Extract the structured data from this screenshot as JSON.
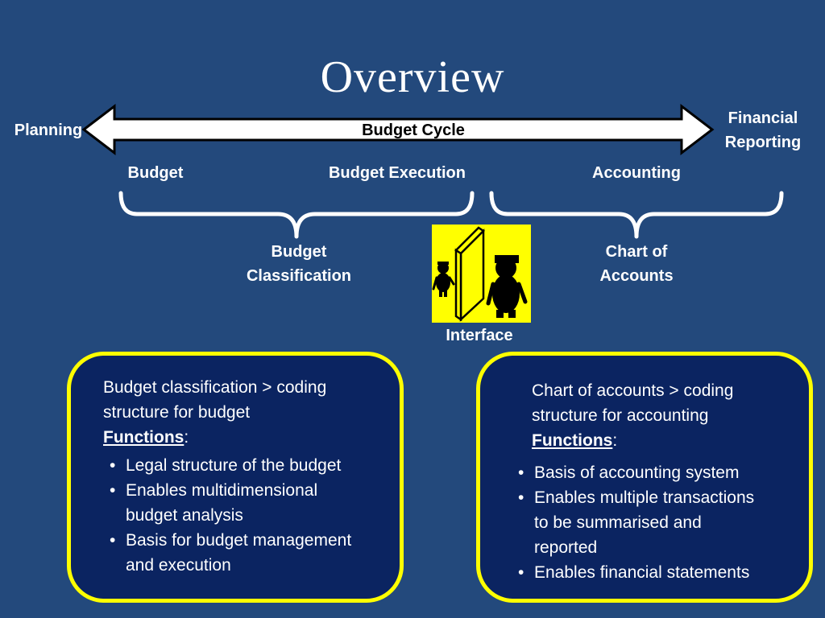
{
  "title": "Overview",
  "arrow": {
    "left_label": "Planning",
    "center_label": "Budget Cycle",
    "right_label_line1": "Financial",
    "right_label_line2": "Reporting"
  },
  "stages": {
    "budget": "Budget",
    "budget_execution": "Budget Execution",
    "accounting": "Accounting"
  },
  "brackets": {
    "left_label_line1": "Budget",
    "left_label_line2": "Classification",
    "right_label_line1": "Chart of",
    "right_label_line2": "Accounts"
  },
  "interface": {
    "label": "Interface",
    "icon": "two-figures-wall-icon"
  },
  "box_left": {
    "line1": "Budget classification  > coding",
    "line2": "structure for budget",
    "functions_label": "Functions",
    "colon": ":",
    "bullets": [
      {
        "l1": "Legal structure of the budget",
        "l2": ""
      },
      {
        "l1": "Enables multidimensional",
        "l2": "budget analysis"
      },
      {
        "l1": "Basis for budget management",
        "l2": "and execution"
      }
    ]
  },
  "box_right": {
    "line1": "Chart of accounts > coding",
    "line2": "structure for accounting",
    "functions_label": "Functions",
    "colon": ":",
    "bullets": [
      {
        "l1": "Basis of accounting system",
        "l2": ""
      },
      {
        "l1": "Enables multiple transactions",
        "l2": "to be summarised and",
        "l3": "reported"
      },
      {
        "l1": "Enables financial statements",
        "l2": ""
      }
    ]
  },
  "bullet_char": "•",
  "colors": {
    "background": "#23497c",
    "box_fill": "#0b2461",
    "box_border": "#ffff00",
    "interface_bg": "#ffff00"
  }
}
